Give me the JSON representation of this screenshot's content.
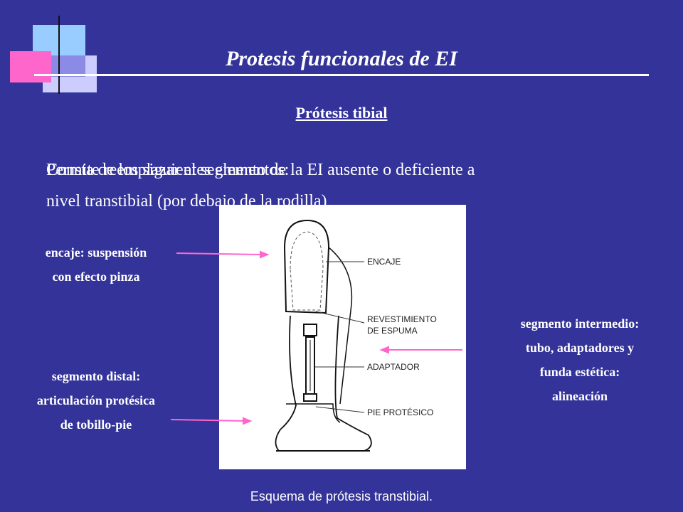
{
  "slide": {
    "title": "Protesis funcionales de EI",
    "subtitle": "Prótesis tibial",
    "overlap_text_a": "Permite reemplazar el segmento de la EI ausente o deficiente a",
    "overlap_text_b": "Consta de los siguientes elementos:",
    "body_line2": "nivel transtibial (por debajo de la rodilla)",
    "caption": "Esquema de prótesis transtibial."
  },
  "labels": {
    "encaje": [
      "encaje: suspensión",
      "con efecto pinza"
    ],
    "distal": [
      "segmento distal:",
      "articulación protésica",
      "de tobillo-pie"
    ],
    "intermedio": [
      "segmento intermedio:",
      "tubo, adaptadores y",
      "funda estética:",
      "alineación"
    ]
  },
  "diagram_labels": {
    "encaje": "ENCAJE",
    "revestimiento_1": "REVESTIMIENTO",
    "revestimiento_2": "DE ESPUMA",
    "adaptador": "ADAPTADOR",
    "pie": "PIE PROTÉSICO"
  },
  "colors": {
    "background": "#333399",
    "arrow": "#ff66cc",
    "text": "#ffffff"
  }
}
